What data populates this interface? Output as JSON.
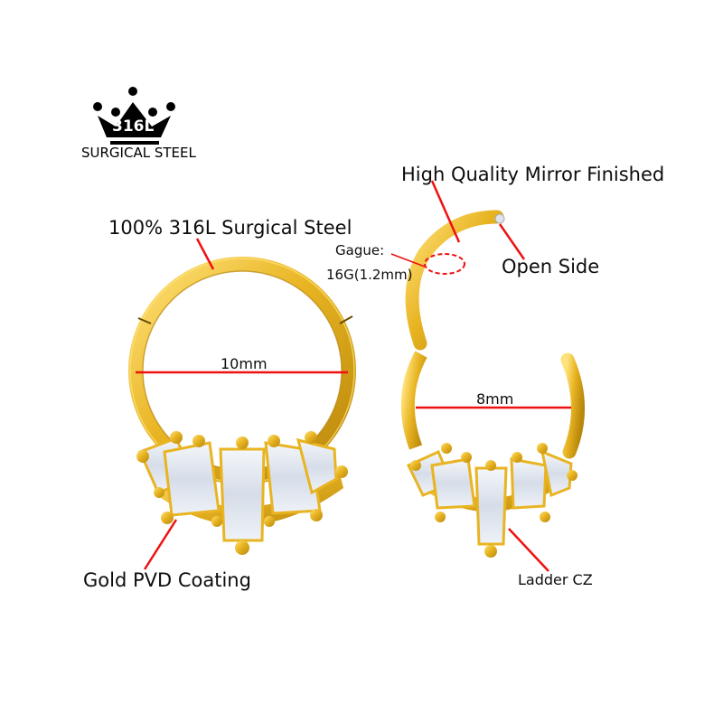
{
  "logo": {
    "badge_text": "316L",
    "caption": "SURGICAL STEEL"
  },
  "left_ring": {
    "material_label": "100% 316L Surgical Steel",
    "diameter_label": "10mm",
    "coating_label": "Gold PVD Coating"
  },
  "right_ring": {
    "finish_label": "High Quality Mirror Finished",
    "gauge_label": "Gague:",
    "gauge_value": "16G(1.2mm)",
    "open_side_label": "Open Side",
    "diameter_label": "8mm",
    "stone_label": "Ladder CZ"
  },
  "colors": {
    "gold": "#e8b422",
    "gold_dark": "#b8860b",
    "gold_light": "#ffd95a",
    "stone": "#dfe6f0",
    "annotation_red": "#ee1111",
    "text": "#0d0d0d"
  }
}
